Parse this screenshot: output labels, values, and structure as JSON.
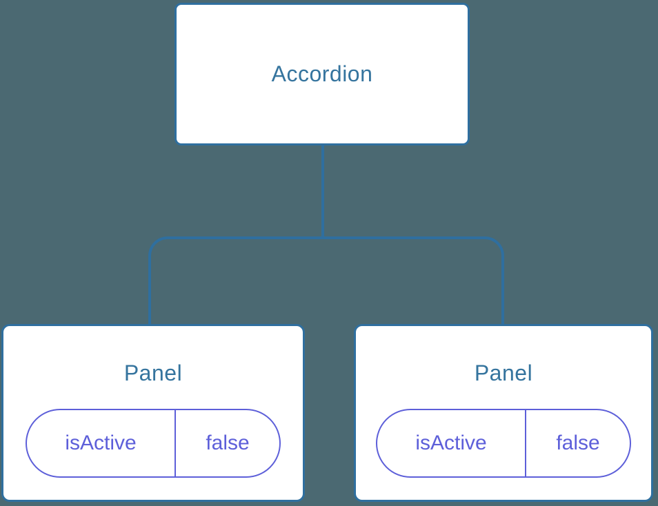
{
  "diagram": {
    "type": "component-tree",
    "root": {
      "label": "Accordion"
    },
    "children": [
      {
        "label": "Panel",
        "state": {
          "key": "isActive",
          "value": "false"
        }
      },
      {
        "label": "Panel",
        "state": {
          "key": "isActive",
          "value": "false"
        }
      }
    ]
  },
  "colors": {
    "background": "#4B6972",
    "node_fill": "#FFFFFF",
    "node_border": "#2F6F9F",
    "connector": "#2F6F9F",
    "label_text": "#35749E",
    "state_accent": "#5D5FD9"
  }
}
